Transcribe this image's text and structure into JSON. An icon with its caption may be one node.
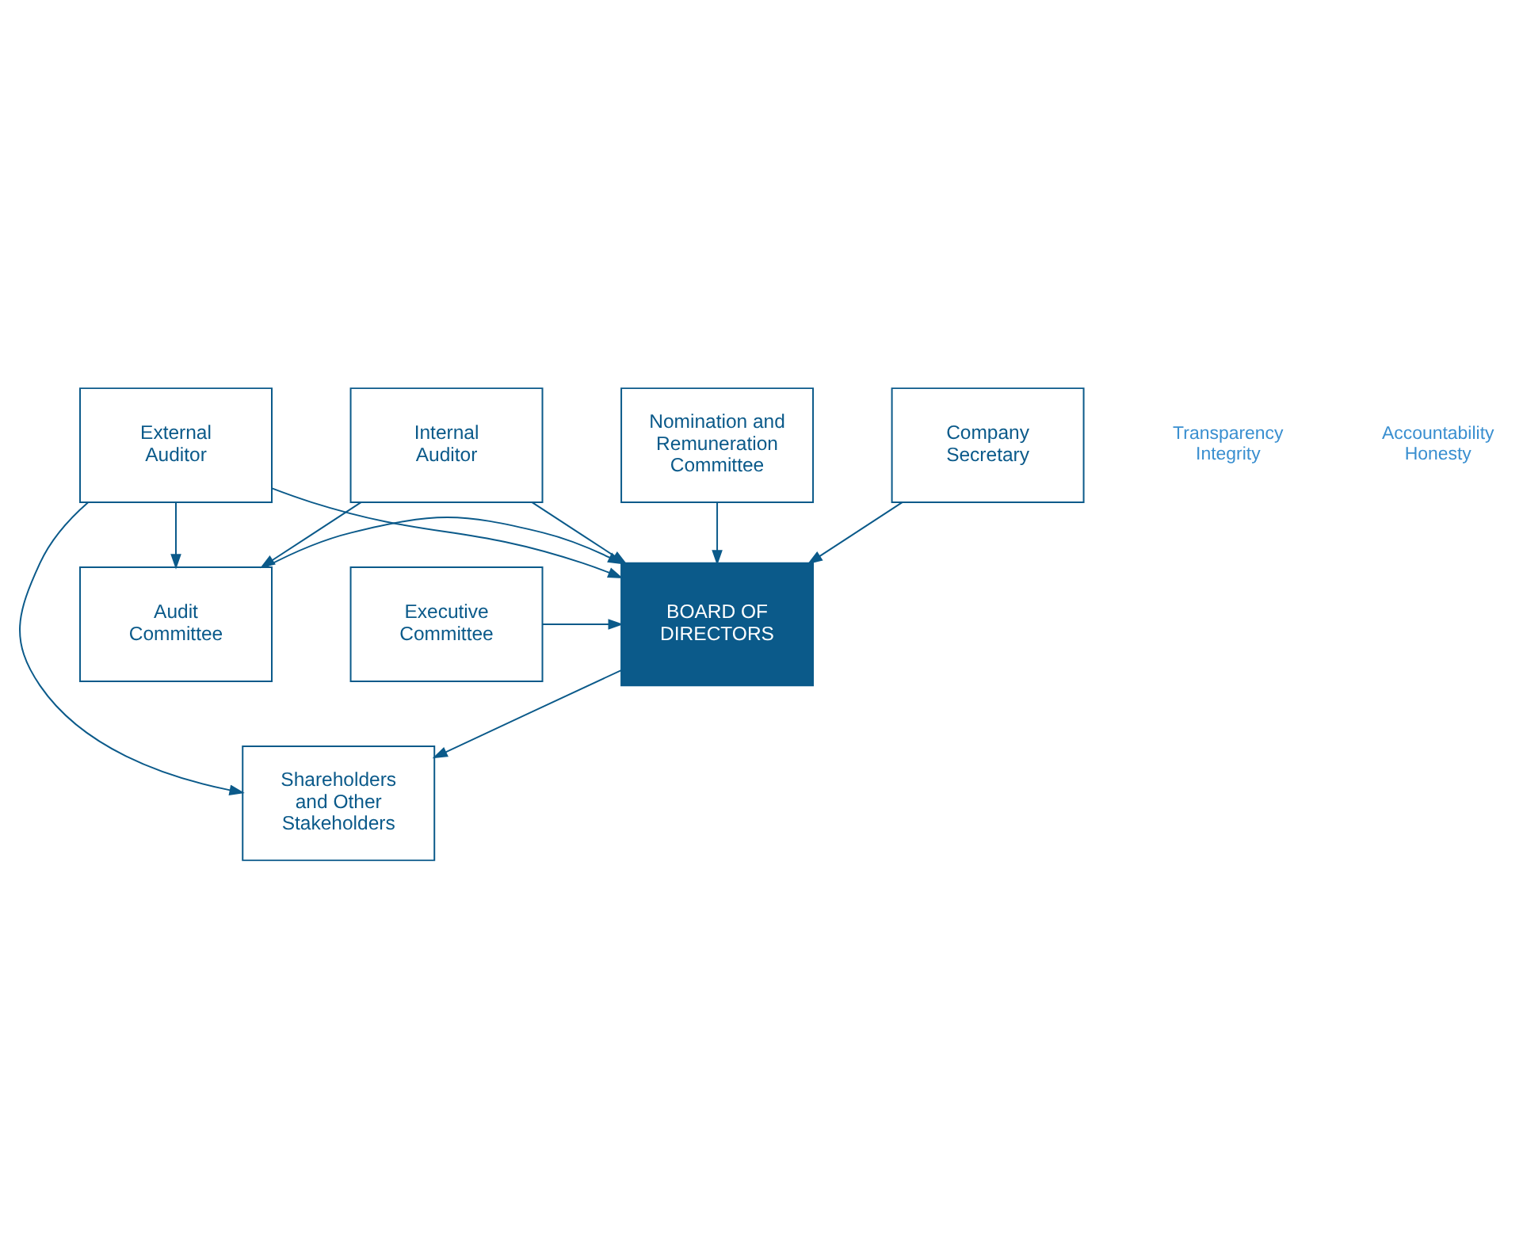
{
  "diagram": {
    "nodes": [
      {
        "text": [
          "Shareholders and Other Stakeholders"
        ]
      },
      {
        "text": [
          "Nomination and Remuneration Committee"
        ]
      },
      {
        "text": [
          "External Auditor"
        ]
      },
      {
        "text": [
          "BOARD OF DIRECTORS"
        ]
      },
      {
        "text": [
          "Executive Committee"
        ]
      },
      {
        "text": [
          "Audit Committee"
        ]
      },
      {
        "text": [
          "Company Secretary"
        ]
      },
      {
        "text": [
          "Internal Auditor"
        ]
      }
    ],
    "edges": [
      {
        "from": 3,
        "to": 0,
        "arrow": "to"
      },
      {
        "from": 2,
        "to": 0,
        "arrow": "to"
      },
      {
        "from": 1,
        "to": 3,
        "arrow": "to"
      },
      {
        "from": 2,
        "to": 3,
        "arrow": "to"
      },
      {
        "from": 2,
        "to": 5,
        "arrow": "to"
      },
      {
        "from": 4,
        "to": 3,
        "arrow": "to"
      },
      {
        "from": 5,
        "to": 3,
        "arrow": "to"
      },
      {
        "from": 6,
        "to": 3,
        "arrow": "to"
      },
      {
        "from": 7,
        "to": 3,
        "arrow": "to"
      },
      {
        "from": 7,
        "to": 5,
        "arrow": "to"
      }
    ],
    "labels": [
      "Transparency Integrity",
      "Accountability Honesty"
    ]
  }
}
